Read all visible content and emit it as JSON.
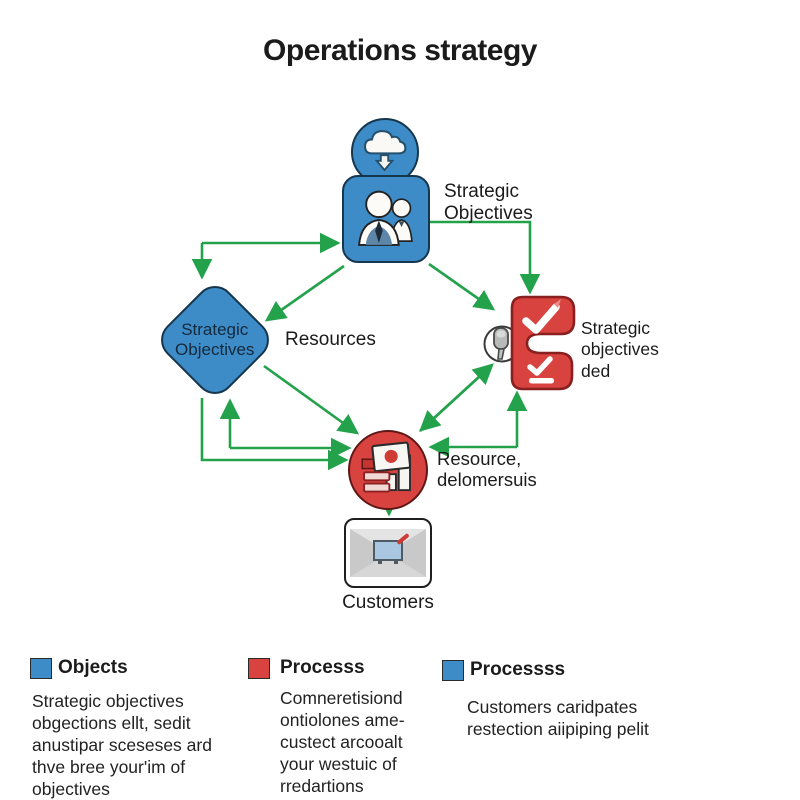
{
  "title": "Operations strategy",
  "colors": {
    "blue": "#3E8CC7",
    "red": "#D8423F",
    "green": "#23A24B",
    "text": "#1b1b1b"
  },
  "nodes": {
    "strategic_objectives_top": "Strategic\nObjectives",
    "diamond": "Strategic\nObjectives",
    "resources": "Resources",
    "checklist": "Strategic\nobjectives\nded",
    "resource_circle": "Resource,\ndelomersuis",
    "customers": "Customers"
  },
  "icons": {
    "top_circle": "cloud-download-icon",
    "top_square": "people-icon",
    "right": "checklist-icon",
    "bottom_circle": "report-chart-icon",
    "customers": "envelope-package-icon"
  },
  "legend": [
    {
      "label": "Objects",
      "text": "Strategic objectives\nobgections ellt, sedit\nanustipar sceseses ard\nthve bree your'im of\nobjectives"
    },
    {
      "label": "Processs",
      "text": "Comneretisiond\nontiolones ame-\ncustect arcooalt\nyour westuic of\nrredartions"
    },
    {
      "label": "Processss",
      "text": "Customers caridpates\nrestection aiipiping pelit"
    }
  ]
}
